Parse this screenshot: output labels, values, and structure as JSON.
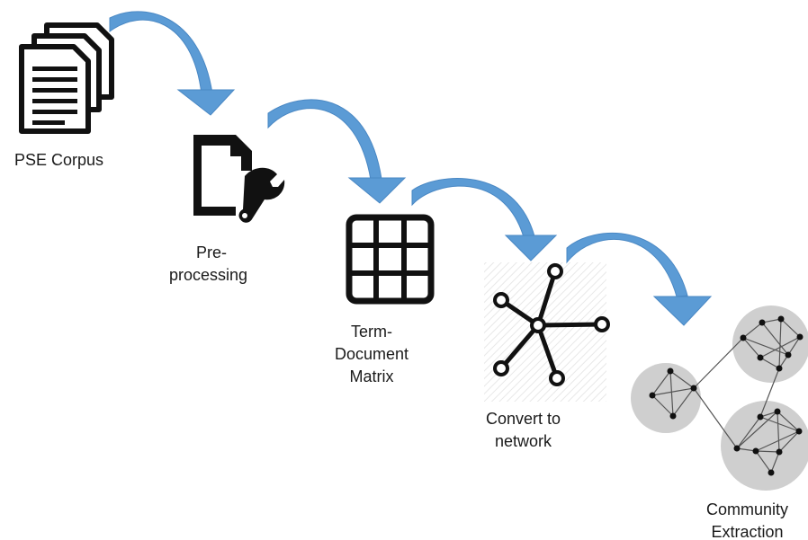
{
  "steps": [
    {
      "id": "pse-corpus",
      "lines": [
        "PSE Corpus"
      ],
      "icon": "documents-stack-icon"
    },
    {
      "id": "pre-processing",
      "lines": [
        "Pre-",
        "processing"
      ],
      "icon": "document-wrench-icon"
    },
    {
      "id": "term-document-matrix",
      "lines": [
        "Term-",
        "Document",
        "Matrix"
      ],
      "icon": "grid-matrix-icon"
    },
    {
      "id": "convert-to-network",
      "lines": [
        "Convert to",
        "network"
      ],
      "icon": "star-network-icon"
    },
    {
      "id": "community-extraction",
      "lines": [
        "Community",
        "Extraction"
      ],
      "icon": "community-graph-icon"
    }
  ],
  "colors": {
    "arrow": "#5b9bd5",
    "arrow_dark": "#3f7fbd",
    "icon": "#111111",
    "community_fill": "#cfcfcf"
  }
}
